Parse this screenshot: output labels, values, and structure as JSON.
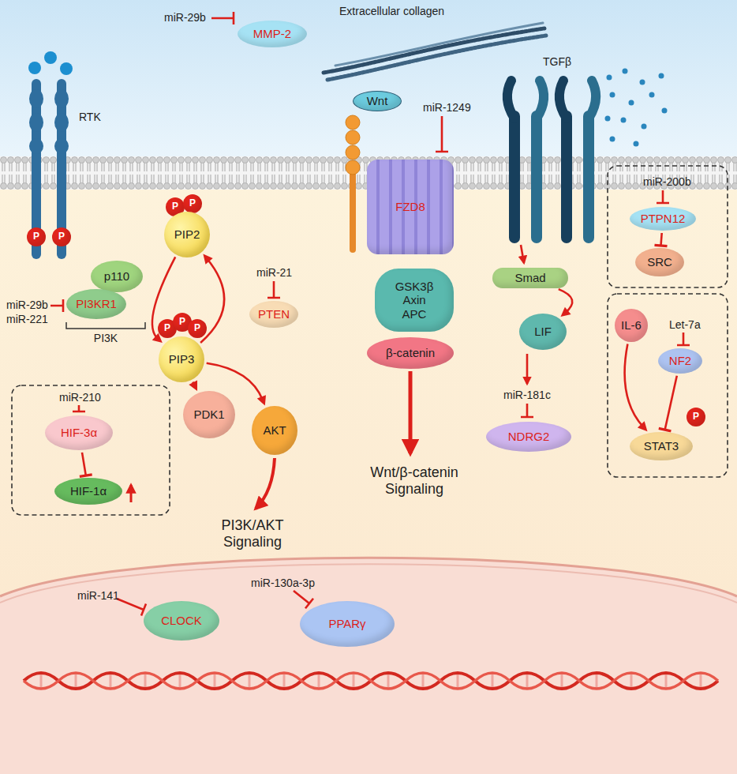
{
  "diagram": {
    "nodes": [
      {
        "text": [
          "MMP-2"
        ]
      },
      {
        "text": [
          "Wnt"
        ]
      },
      {
        "text": [
          "FZD8"
        ]
      },
      {
        "text": [
          "P"
        ]
      },
      {
        "text": [
          "P"
        ]
      },
      {
        "text": [
          "P"
        ]
      },
      {
        "text": [
          "P"
        ]
      },
      {
        "text": [
          "PIP2"
        ]
      },
      {
        "text": [
          "p110"
        ]
      },
      {
        "text": [
          "PI3KR1"
        ]
      },
      {
        "text": [
          "PTPN12"
        ]
      },
      {
        "text": [
          "SRC"
        ]
      },
      {
        "text": [
          "GSK3β",
          "Axin",
          "APC"
        ]
      },
      {
        "text": [
          "Smad"
        ]
      },
      {
        "text": [
          "PTEN"
        ]
      },
      {
        "text": [
          "LIF"
        ]
      },
      {
        "text": [
          "IL-6"
        ]
      },
      {
        "text": [
          "NF2"
        ]
      },
      {
        "text": [
          "P"
        ]
      },
      {
        "text": [
          "P"
        ]
      },
      {
        "text": [
          "P"
        ]
      },
      {
        "text": [
          "PIP3"
        ]
      },
      {
        "text": [
          "β-catenin"
        ]
      },
      {
        "text": [
          "PDK1"
        ]
      },
      {
        "text": [
          "AKT"
        ]
      },
      {
        "text": [
          "HIF-3α"
        ]
      },
      {
        "text": [
          "NDRG2"
        ]
      },
      {
        "text": [
          "P"
        ]
      },
      {
        "text": [
          "STAT3"
        ]
      },
      {
        "text": [
          "HIF-1α"
        ]
      },
      {
        "text": [
          "CLOCK"
        ]
      },
      {
        "text": [
          "PPARγ"
        ]
      }
    ],
    "edges": [
      {
        "from": 7,
        "to": 21,
        "arrow": "to"
      },
      {
        "from": 21,
        "to": 7,
        "arrow": "to"
      },
      {
        "from": 21,
        "to": 23,
        "arrow": "to"
      },
      {
        "from": 21,
        "to": 24,
        "arrow": "to"
      },
      {
        "from": 25,
        "to": 29,
        "arrow": "to"
      },
      {
        "from": 13,
        "to": 15,
        "arrow": "to"
      },
      {
        "from": 10,
        "to": 11,
        "arrow": "to"
      },
      {
        "from": 16,
        "to": 28,
        "arrow": "to"
      },
      {
        "from": 17,
        "to": 28,
        "arrow": "to"
      }
    ],
    "labels": [
      "miR-29b",
      "Extracellular collagen",
      "TGFβ",
      "RTK",
      "miR-1249",
      "miR-200b",
      "miR-21",
      "miR-29b",
      "miR-221",
      "Let-7a",
      "PI3K",
      "miR-210",
      "miR-181c",
      "Wnt/β-catenin Signaling",
      "PI3K/AKT Signaling",
      "miR-130a-3p",
      "miR-141"
    ]
  }
}
